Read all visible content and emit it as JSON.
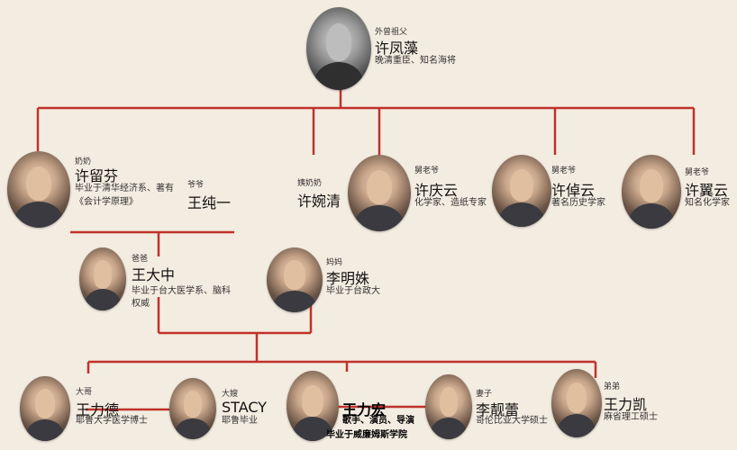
{
  "people": {
    "great_grandfather": {
      "role": "外曾祖父",
      "name": "许凤藻",
      "desc": "晚清重臣、知名海将"
    },
    "grandmother": {
      "role": "奶奶",
      "name": "许留芬",
      "desc1": "毕业于清华经济系、著有",
      "desc2": "《会计学原理》"
    },
    "grandfather": {
      "role": "爷爷",
      "name": "王纯一"
    },
    "great_aunt": {
      "role": "姨奶奶",
      "name": "许婉清"
    },
    "uncle1": {
      "role": "舅老爷",
      "name": "许庆云",
      "desc": "化学家、造纸专家"
    },
    "uncle2": {
      "role": "舅老爷",
      "name": "许倬云",
      "desc": "著名历史学家"
    },
    "uncle3": {
      "role": "舅老爷",
      "name": "许翼云",
      "desc": "知名化学家"
    },
    "father": {
      "role": "爸爸",
      "name": "王大中",
      "desc1": "毕业于台大医学系、脑科",
      "desc2": "权威"
    },
    "mother": {
      "role": "妈妈",
      "name": "李明姝",
      "desc": "毕业于台政大"
    },
    "brother_elder": {
      "role": "大哥",
      "name": "王力德",
      "desc": "耶鲁大学医学博士"
    },
    "sister_in_law": {
      "role": "大嫂",
      "name": "STACY",
      "desc": "耶鲁毕业"
    },
    "self": {
      "name": "王力宏",
      "desc1": "歌手、演员、导演",
      "desc2": "毕业于威廉姆斯学院"
    },
    "wife": {
      "role": "妻子",
      "name": "李靓蕾",
      "desc": "哥伦比亚大学硕士"
    },
    "brother_younger": {
      "role": "弟弟",
      "name": "王力凯",
      "desc": "麻省理工硕士"
    }
  },
  "colors": {
    "line": "#c0322b",
    "background": "#f3ece1"
  }
}
